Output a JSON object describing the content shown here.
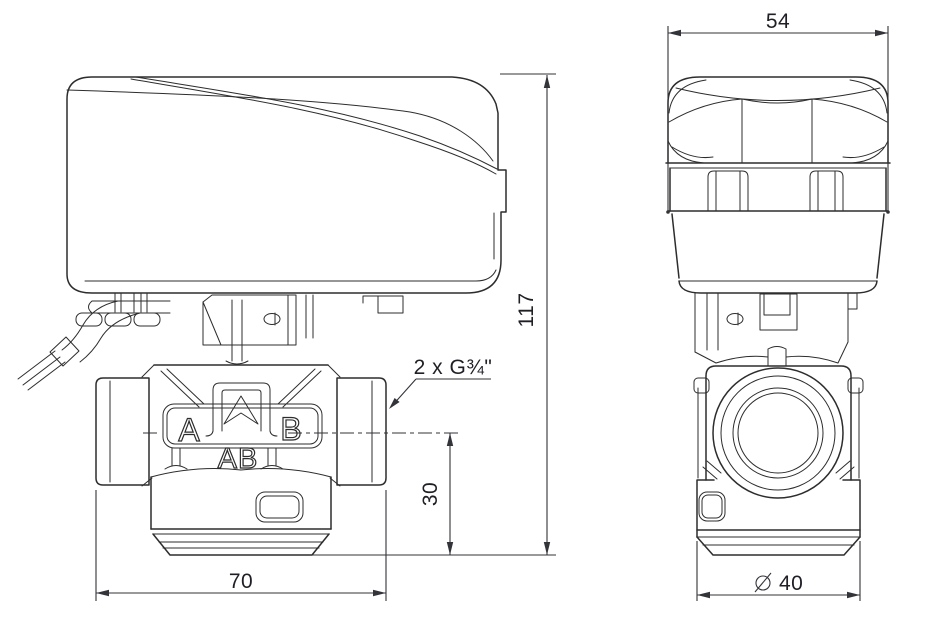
{
  "drawing": {
    "background": "#ffffff",
    "line_color": "#2d2d2d",
    "dimension_color": "#33333a",
    "text_color": "#1f1f26",
    "front_view": {
      "port_label_a": "A",
      "port_label_b": "B",
      "port_label_ab": "AB"
    },
    "dimensions": {
      "actuator_width": "54",
      "overall_height": "117",
      "port_axis_height": "30",
      "valve_length": "70",
      "valve_diameter_symbol": "⌀",
      "valve_diameter_value": "40",
      "thread_callout": "2 x G¾\""
    }
  }
}
